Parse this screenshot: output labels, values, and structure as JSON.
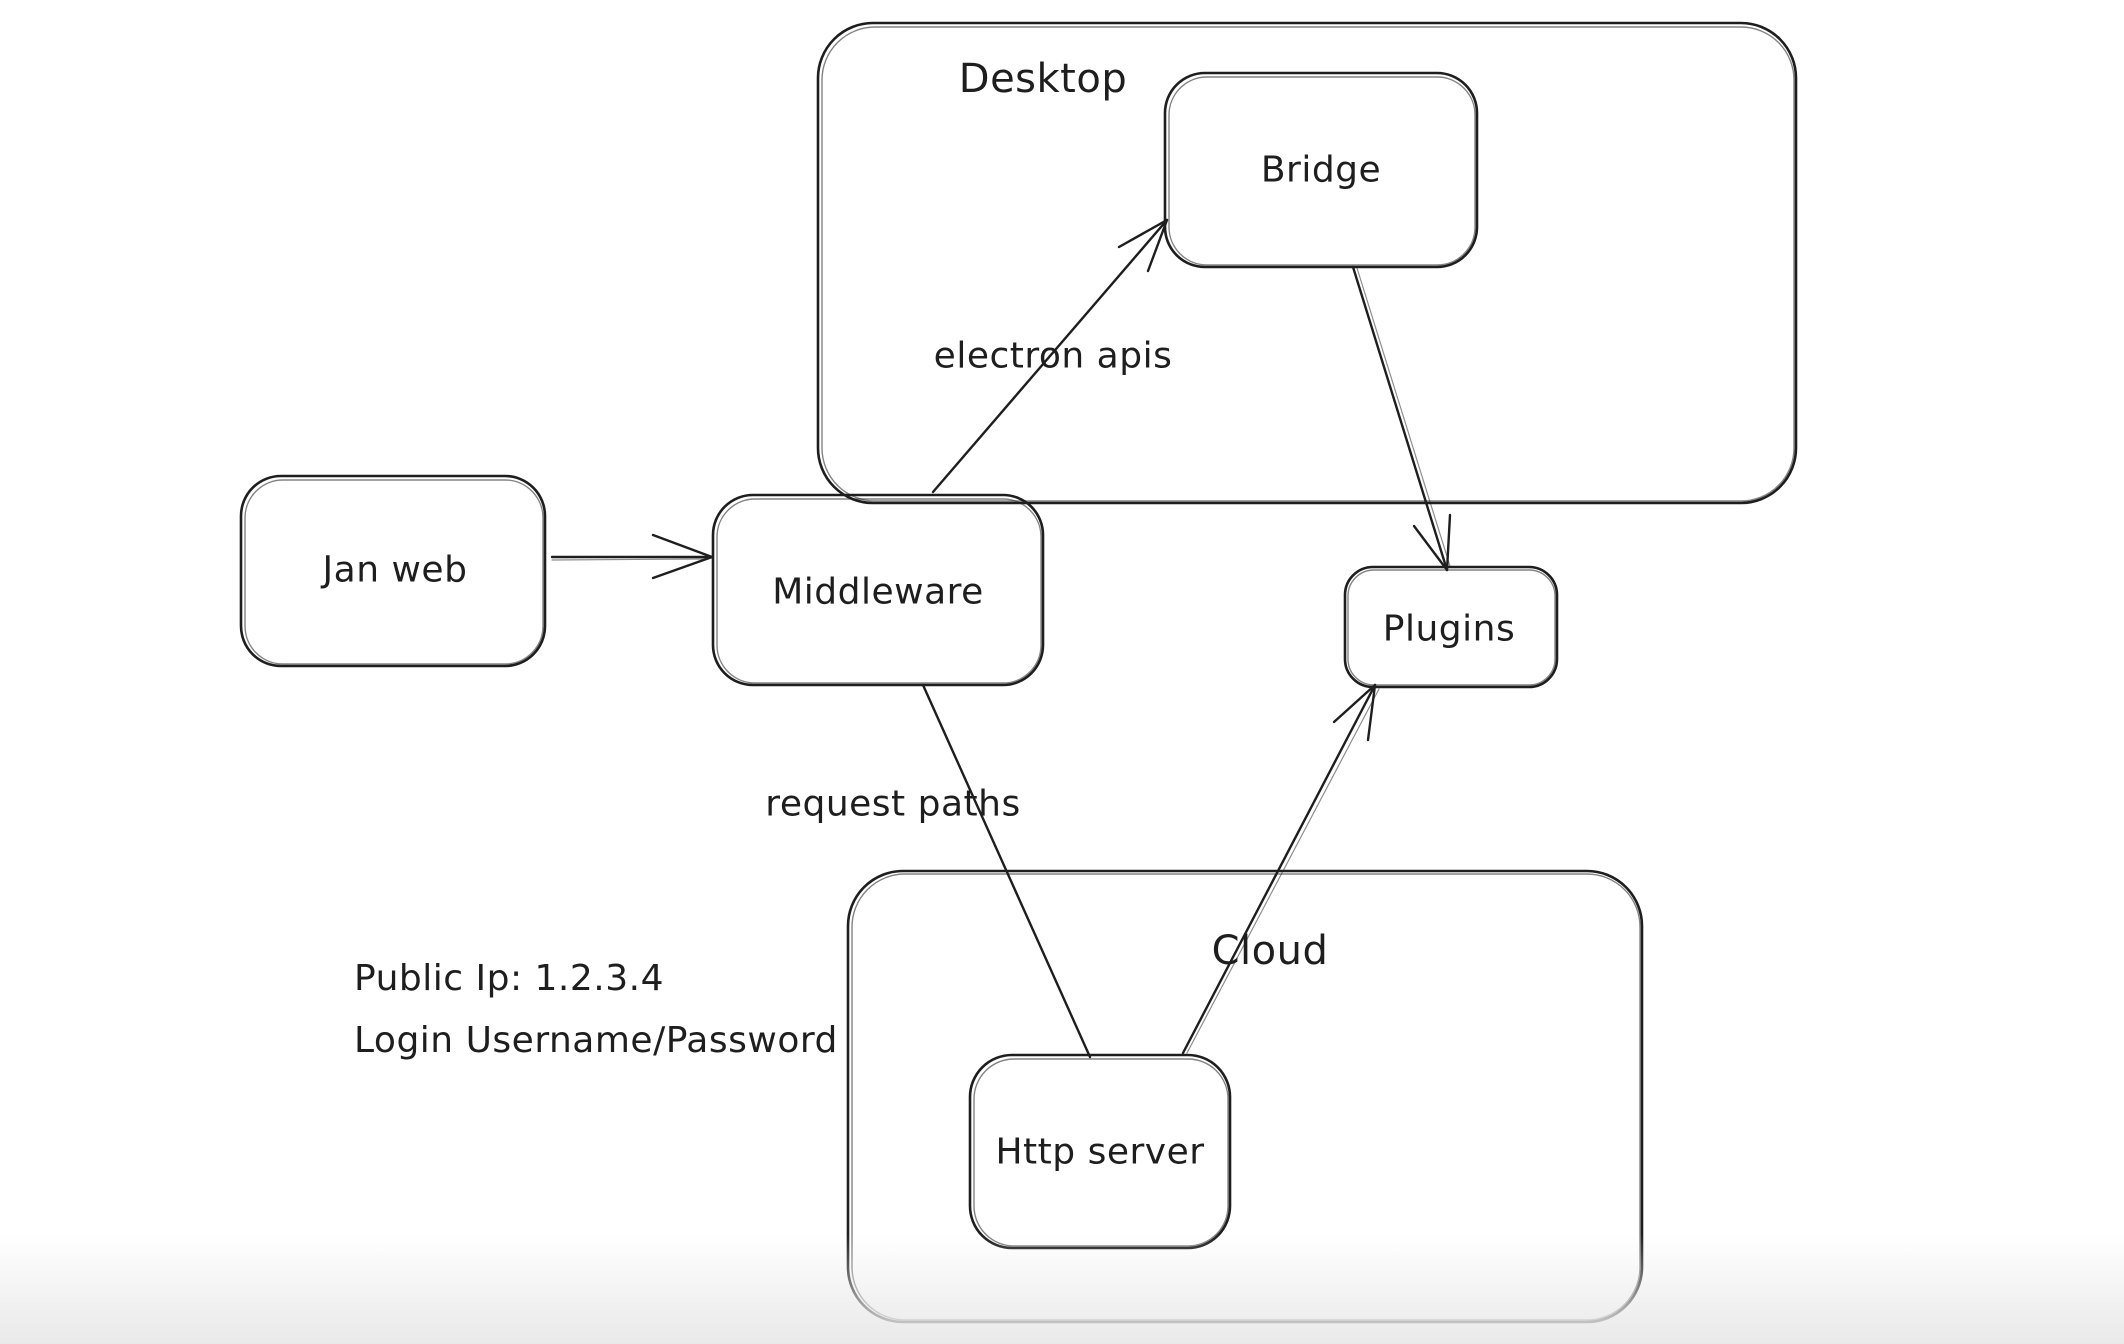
{
  "canvas": {
    "background": "#ffffff",
    "stroke_color": "#1e1e1e",
    "bottom_fade_color": "#e9e9e9"
  },
  "containers": [
    {
      "id": "desktop",
      "label": "Desktop"
    },
    {
      "id": "cloud",
      "label": "Cloud"
    }
  ],
  "nodes": [
    {
      "id": "jan-web",
      "label": "Jan web"
    },
    {
      "id": "middleware",
      "label": "Middleware"
    },
    {
      "id": "bridge",
      "label": "Bridge"
    },
    {
      "id": "plugins",
      "label": "Plugins"
    },
    {
      "id": "http-server",
      "label": "Http server"
    }
  ],
  "edges": [
    {
      "from": "jan-web",
      "to": "middleware",
      "label": "",
      "arrow": true
    },
    {
      "from": "middleware",
      "to": "bridge",
      "label": "electron apis",
      "arrow": true
    },
    {
      "from": "bridge",
      "to": "plugins",
      "label": "",
      "arrow": true
    },
    {
      "from": "middleware",
      "to": "http-server",
      "label": "request paths",
      "arrow": false
    },
    {
      "from": "http-server",
      "to": "plugins",
      "label": "",
      "arrow": true
    }
  ],
  "annotations": {
    "line1": "Public Ip: 1.2.3.4",
    "line2": "Login Username/Password"
  }
}
